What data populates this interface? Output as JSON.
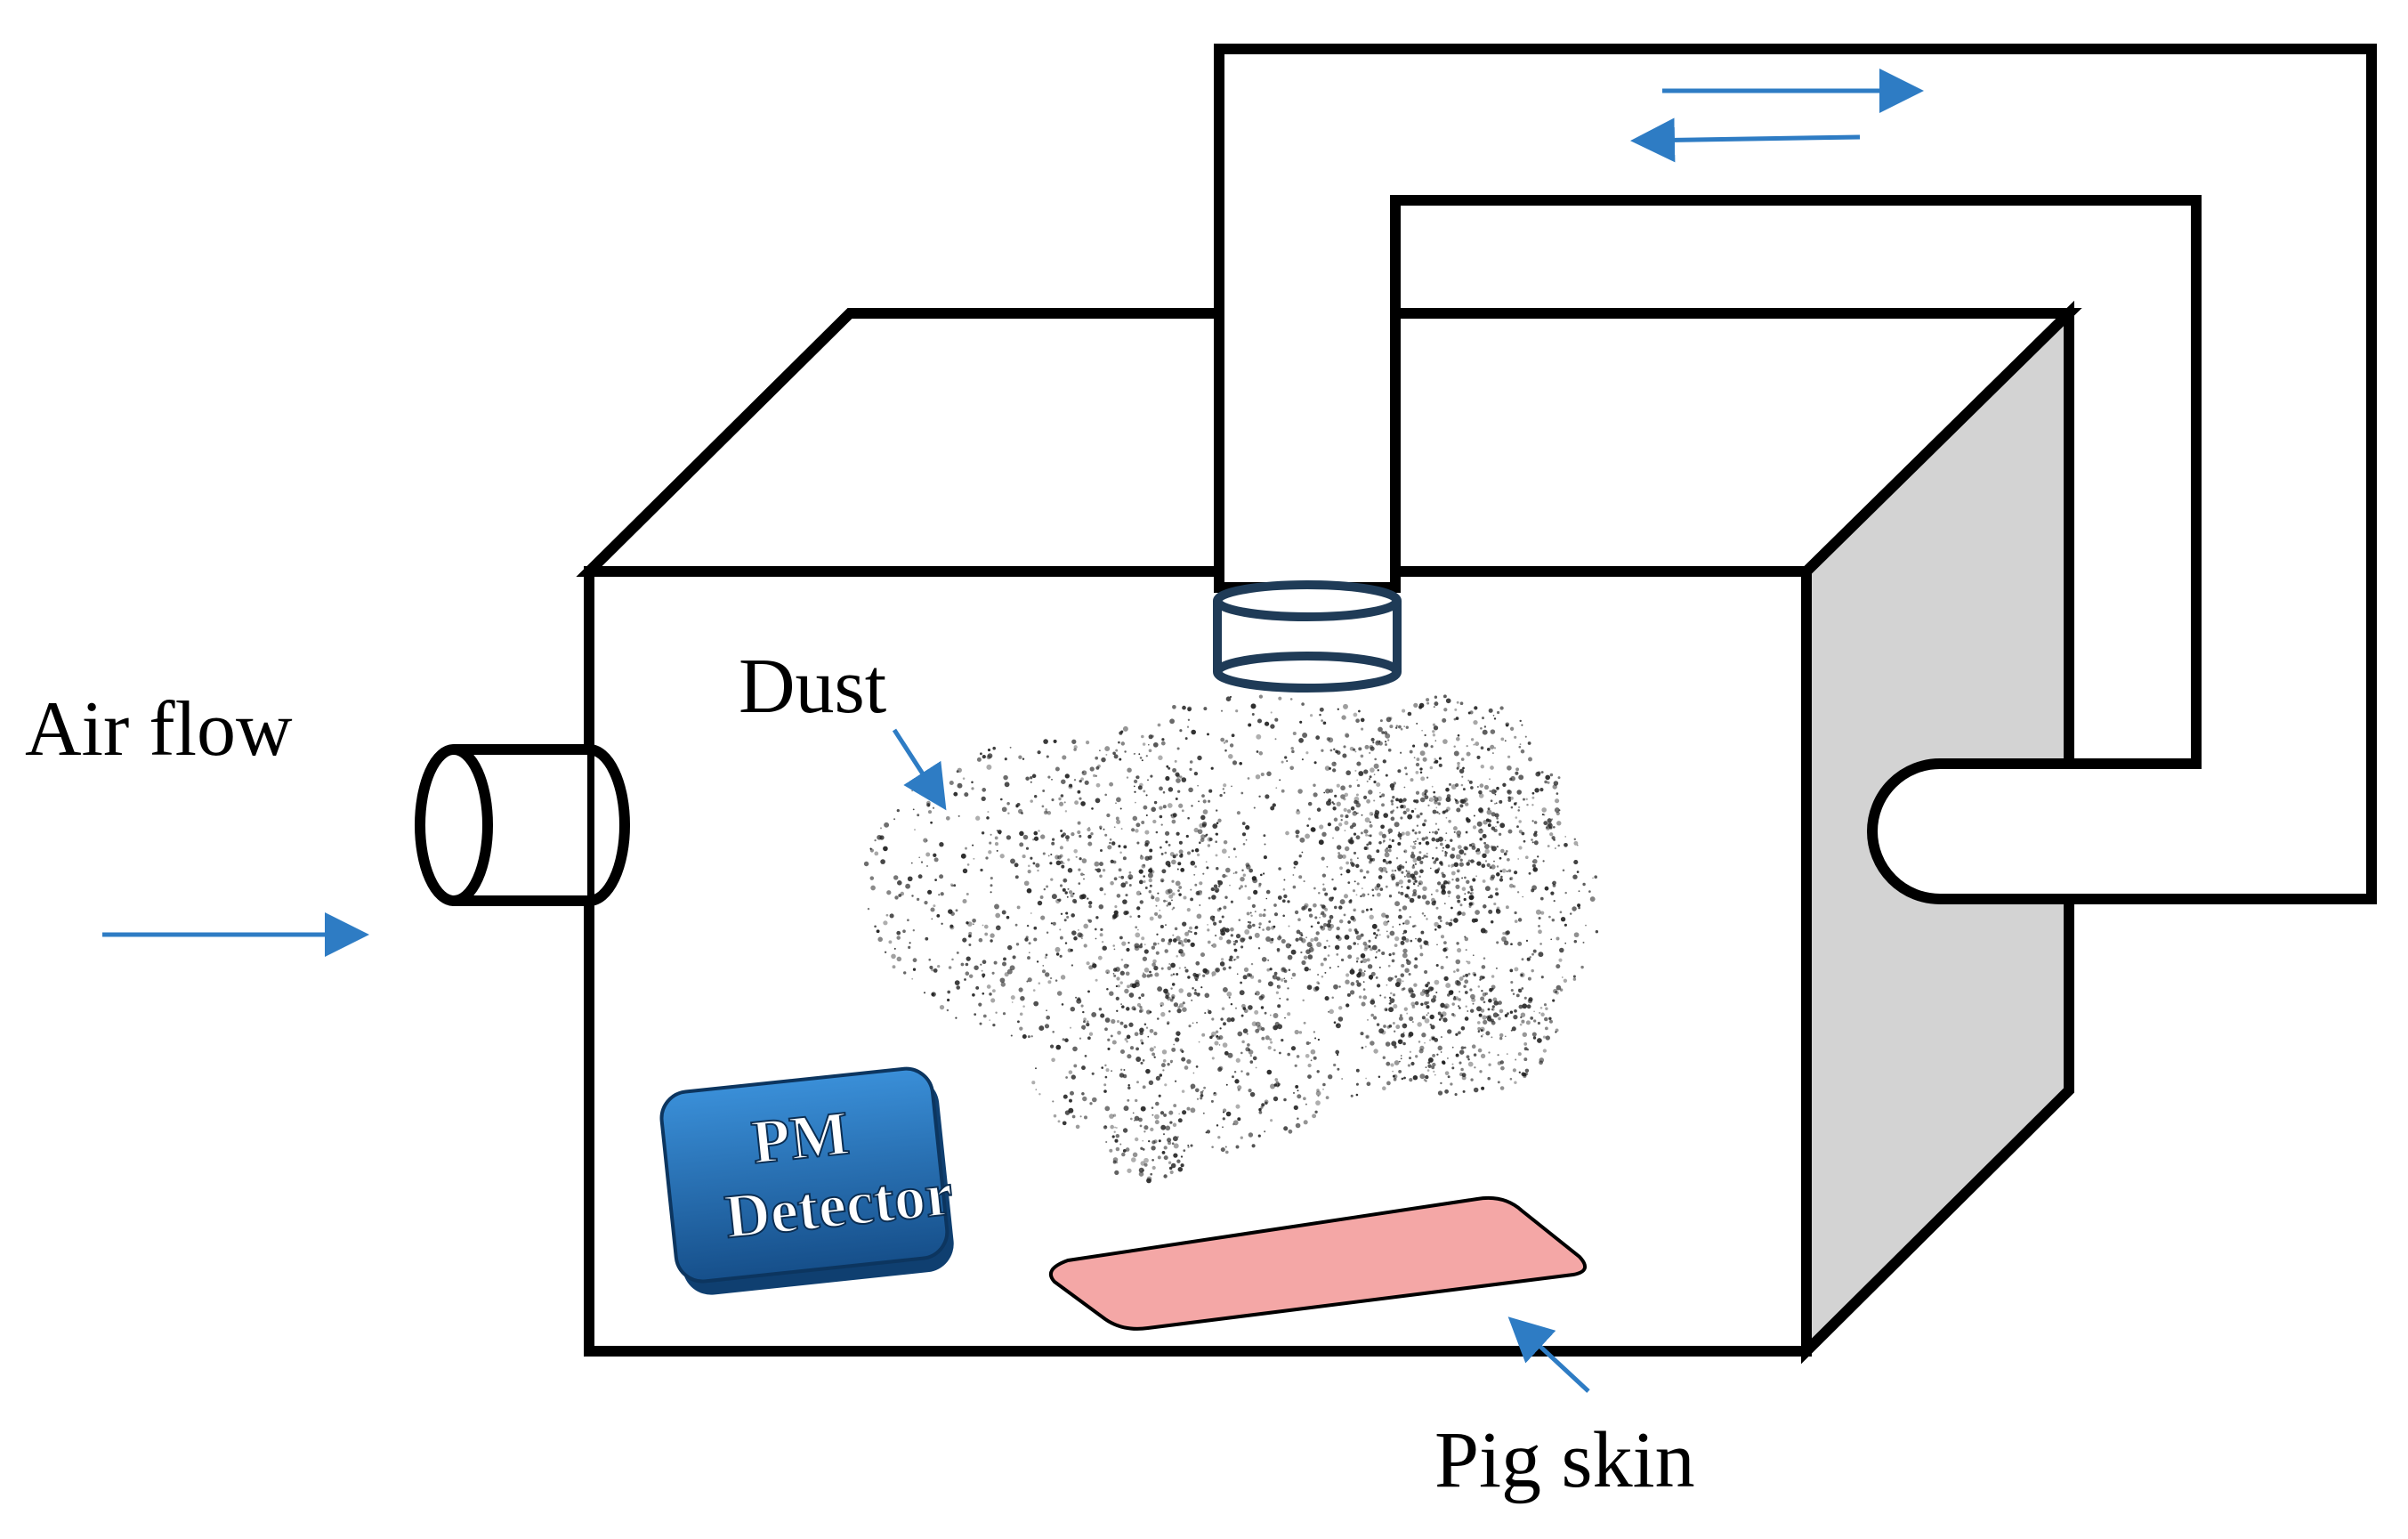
{
  "labels": {
    "air_flow": "Air flow",
    "dust": "Dust",
    "pm_line1": "PM",
    "pm_line2": "Detector",
    "pig_skin": "Pig skin"
  },
  "colors": {
    "stroke": "#000000",
    "box_face": "#ffffff",
    "box_side": "#d3d3d3",
    "arrow": "#2e7cc4",
    "cap": "#1f3b57",
    "pm_detector": "#1f6fb8",
    "pig_skin_fill": "#f4a7a6",
    "dust": "#222222"
  }
}
